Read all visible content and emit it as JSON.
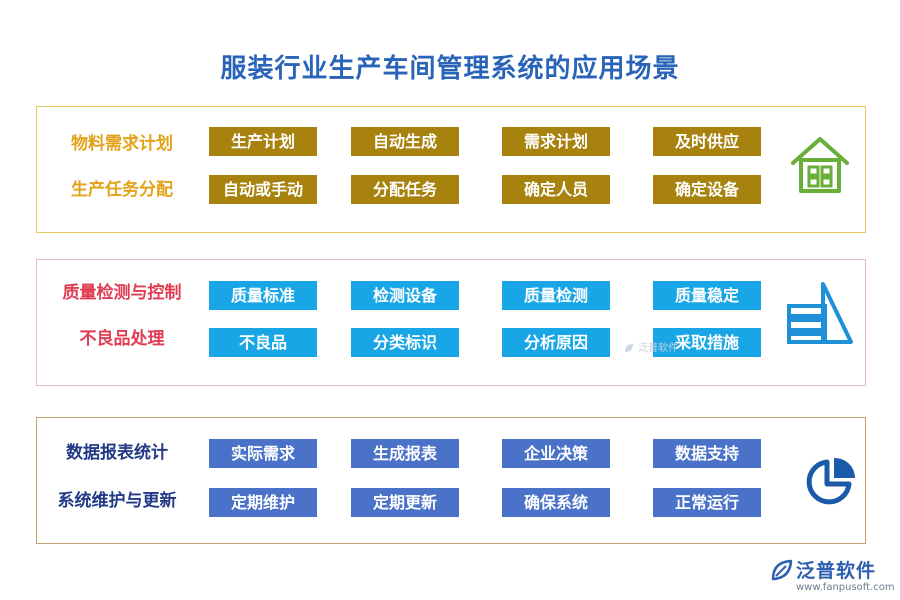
{
  "title": "服装行业生产车间管理系统的应用场景",
  "panels": [
    {
      "rows": [
        {
          "label": "物料需求计划",
          "items": [
            "生产计划",
            "自动生成",
            "需求计划",
            "及时供应"
          ]
        },
        {
          "label": "生产任务分配",
          "items": [
            "自动或手动",
            "分配任务",
            "确定人员",
            "确定设备"
          ]
        }
      ],
      "icon": "house-icon",
      "color": "#a8820e"
    },
    {
      "rows": [
        {
          "label": "质量检测与控制",
          "items": [
            "质量标准",
            "检测设备",
            "质量检测",
            "质量稳定"
          ]
        },
        {
          "label": "不良品处理",
          "items": [
            "不良品",
            "分类标识",
            "分析原因",
            "采取措施"
          ]
        }
      ],
      "icon": "pyramid-chart-icon",
      "color": "#18a6e6"
    },
    {
      "rows": [
        {
          "label": "数据报表统计",
          "items": [
            "实际需求",
            "生成报表",
            "企业决策",
            "数据支持"
          ]
        },
        {
          "label": "系统维护与更新",
          "items": [
            "定期维护",
            "定期更新",
            "确保系统",
            "正常运行"
          ]
        }
      ],
      "icon": "pie-chart-icon",
      "color": "#4a72c8"
    }
  ],
  "watermark": {
    "text": "泛普软件"
  },
  "logo": {
    "text": "泛普软件",
    "url": "www.fanpusoft.com"
  }
}
